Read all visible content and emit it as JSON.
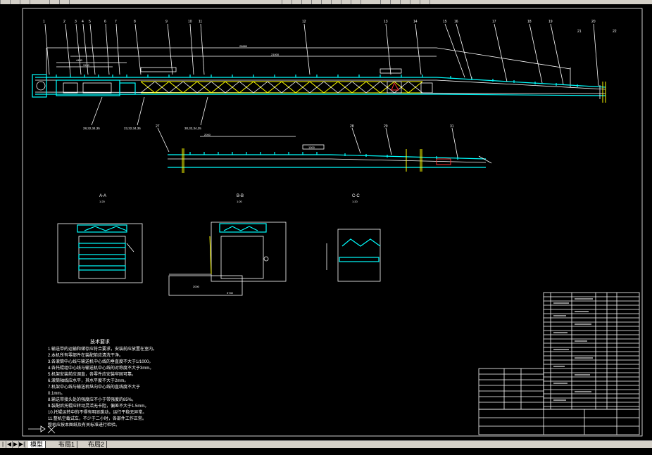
{
  "tabs": [
    {
      "label": "模型",
      "active": true
    },
    {
      "label": "布局1",
      "active": false
    },
    {
      "label": "布局2",
      "active": false
    }
  ],
  "sections": [
    {
      "title": "A-A",
      "scale": "1:20"
    },
    {
      "title": "B-B",
      "scale": "1:20"
    },
    {
      "title": "C-C",
      "scale": "1:20"
    }
  ],
  "dimensions": {
    "overall": "28680",
    "middle": "21000",
    "left_a": "4480",
    "left_b": "3190",
    "lower_long": "2000",
    "lower_short": "1300",
    "bb_a": "2000",
    "bb_b": "3740"
  },
  "section_refs": {
    "a": "A",
    "b": "B",
    "c": "C"
  },
  "callouts_top": [
    "1",
    "2",
    "3",
    "4",
    "5",
    "6",
    "7",
    "8",
    "9",
    "10",
    "11",
    "12",
    "13",
    "14",
    "15",
    "16",
    "17",
    "18",
    "19",
    "20",
    "21",
    "22"
  ],
  "callouts_bottom": [
    "28,32,34,35",
    "23,32,34,35",
    "30,32,34,35"
  ],
  "callouts_lower": [
    "27",
    "28",
    "29",
    "31"
  ],
  "notes": {
    "title": "技术要求",
    "lines": [
      "1.输送带的运输和储存应符合要求，安装前应放置在室内。",
      "2.本机所有零部件在装配前应清洗干净。",
      "3.各滚筒中心线与输送机中心线的垂直度不大于1/1000。",
      "4.各托辊组中心线与输送机中心线的对称度不大于3mm。",
      "5.机架安装前应调直，各零件应安装牢固可靠。",
      "6.滚筒轴线应水平，其水平度不大于2mm。",
      "7.机架中心线与输送机纵向中心线的直线度不大于",
      "0.1mm。",
      "8.输送带接头处的强度应不小于带强度的85%。",
      "9.装配后托辊应转动灵活无卡阻，偏差不大于1.5mm。",
      "10.托辊运转中的不得有明显跳动，运行平稳无异常。",
      "11.整机空载试车，不少于二小时，各部件工作正常。",
      "整机应按本图纸及有关标准进行检验。"
    ]
  },
  "title_block": {
    "company": "",
    "drawing_no": "",
    "scale": "",
    "sheet": ""
  },
  "colors": {
    "background": "#000000",
    "lines": "#ffffff",
    "idlers": "#00ffff",
    "frame": "#ffff00",
    "highlight": "#ff3030"
  }
}
